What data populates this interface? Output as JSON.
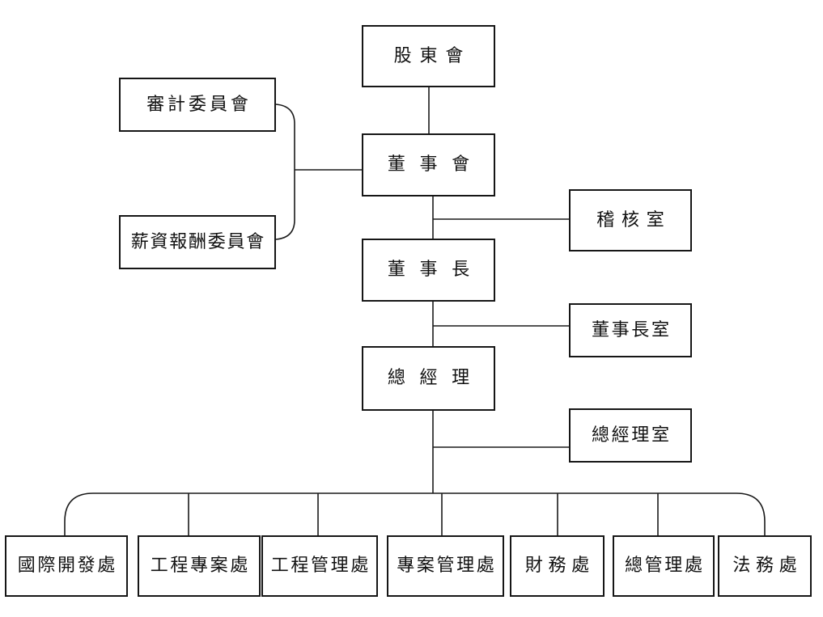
{
  "page": {
    "background_color": "#ffffff",
    "line_color": "#1a1a1a",
    "text_color": "#111111",
    "box_border_color": "#161616"
  },
  "nodes": {
    "shareholders": {
      "label": "股東會"
    },
    "audit_committee": {
      "label": "審計委員會"
    },
    "board": {
      "label": "董事會"
    },
    "remuneration_committee": {
      "label": "薪資報酬委員會"
    },
    "audit_office": {
      "label": "稽核室"
    },
    "chairman": {
      "label": "董事長"
    },
    "chairman_office": {
      "label": "董事長室"
    },
    "president": {
      "label": "總經理"
    },
    "president_office": {
      "label": "總經理室"
    },
    "divisions": [
      {
        "label": "國際開發處"
      },
      {
        "label": "工程專案處"
      },
      {
        "label": "工程管理處"
      },
      {
        "label": "專案管理處"
      },
      {
        "label": "財務處"
      },
      {
        "label": "總管理處"
      },
      {
        "label": "法務處"
      }
    ]
  },
  "edges": [
    {
      "from": "股東會",
      "to": "董事會"
    },
    {
      "from": "董事會",
      "to": "審計委員會"
    },
    {
      "from": "董事會",
      "to": "薪資報酬委員會"
    },
    {
      "from": "董事會",
      "to": "稽核室"
    },
    {
      "from": "董事會",
      "to": "董事長"
    },
    {
      "from": "董事長",
      "to": "董事長室"
    },
    {
      "from": "董事長",
      "to": "總經理"
    },
    {
      "from": "總經理",
      "to": "總經理室"
    },
    {
      "from": "總經理",
      "to": "國際開發處"
    },
    {
      "from": "總經理",
      "to": "工程專案處"
    },
    {
      "from": "總經理",
      "to": "工程管理處"
    },
    {
      "from": "總經理",
      "to": "專案管理處"
    },
    {
      "from": "總經理",
      "to": "財務處"
    },
    {
      "from": "總經理",
      "to": "總管理處"
    },
    {
      "from": "總經理",
      "to": "法務處"
    }
  ]
}
